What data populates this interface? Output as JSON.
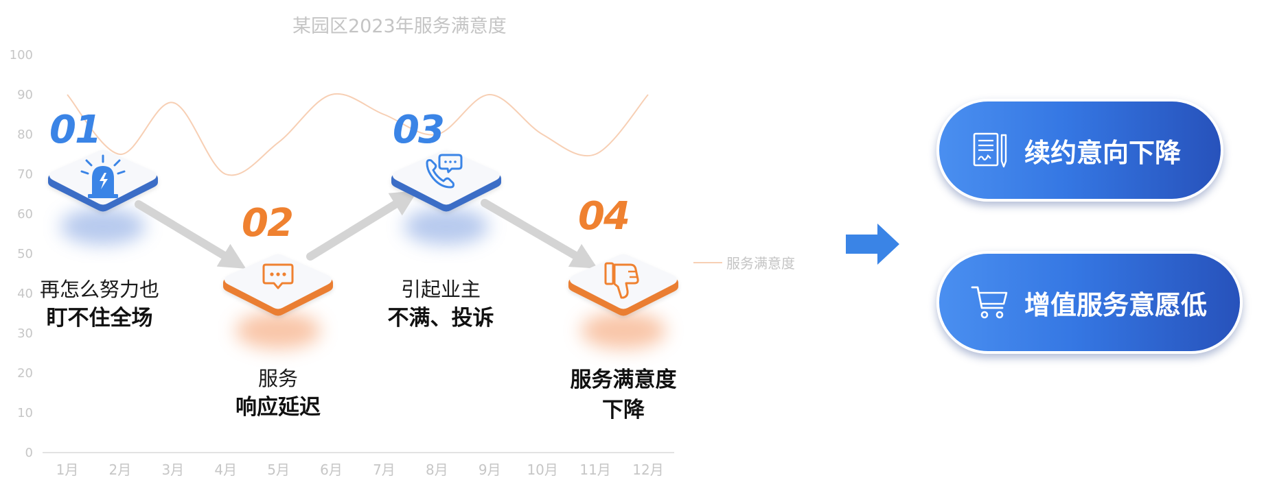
{
  "chart_data": {
    "type": "line",
    "title": "某园区2023年服务满意度",
    "categories": [
      "1月",
      "2月",
      "3月",
      "4月",
      "5月",
      "6月",
      "7月",
      "8月",
      "9月",
      "10月",
      "11月",
      "12月"
    ],
    "series": [
      {
        "name": "服务满意度",
        "values": [
          90,
          75,
          88,
          70,
          78,
          90,
          85,
          80,
          90,
          80,
          75,
          90
        ]
      }
    ],
    "yticks": [
      0,
      10,
      20,
      30,
      40,
      50,
      60,
      70,
      80,
      90,
      100
    ],
    "ylim": [
      0,
      100
    ],
    "grid": false,
    "legend": "right",
    "line_color": "#f7cfb4"
  },
  "steps": [
    {
      "number": "01",
      "color": "#3a84e6",
      "icon": "alarm-siren-icon",
      "line1": "再怎么努力也",
      "line2": "盯不住全场"
    },
    {
      "number": "02",
      "color": "#ef8130",
      "icon": "chat-bubble-icon",
      "line1": "服务",
      "line2": "响应延迟"
    },
    {
      "number": "03",
      "color": "#3a84e6",
      "icon": "phone-chat-icon",
      "line1": "引起业主",
      "line2": "不满、投诉"
    },
    {
      "number": "04",
      "color": "#ef8130",
      "icon": "thumbs-down-icon",
      "line1": "服务满意度",
      "line2": "下降"
    }
  ],
  "outcomes": [
    {
      "icon": "contract-document-icon",
      "label": "续约意向下降"
    },
    {
      "icon": "shopping-cart-icon",
      "label": "增值服务意愿低"
    }
  ],
  "colors": {
    "accent_blue": "#3a84e6",
    "accent_orange": "#ef8130",
    "arrow_blue": "#3a84e6",
    "connector_gray": "#d4d4d4"
  }
}
